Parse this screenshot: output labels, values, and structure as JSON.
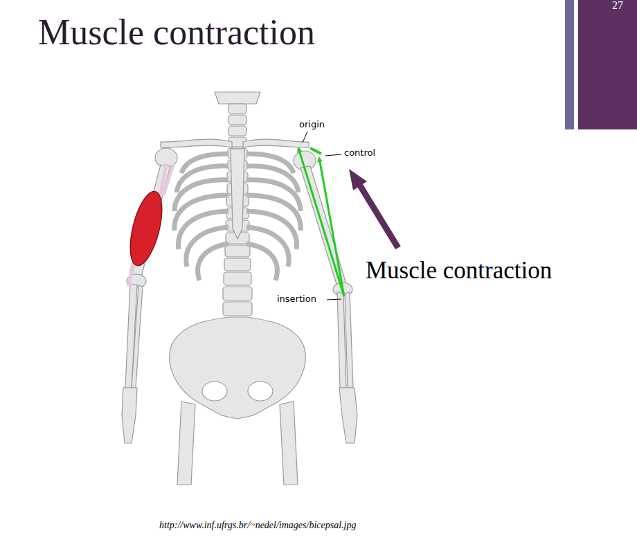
{
  "diagram": {
    "title": "Muscle contraction",
    "caption": "http://www.inf.ufrgs.br/~nedel/images/bicepsal.jpg",
    "labels": [
      "27",
      "origin",
      "control",
      "insertion",
      "Muscle contraction"
    ]
  }
}
